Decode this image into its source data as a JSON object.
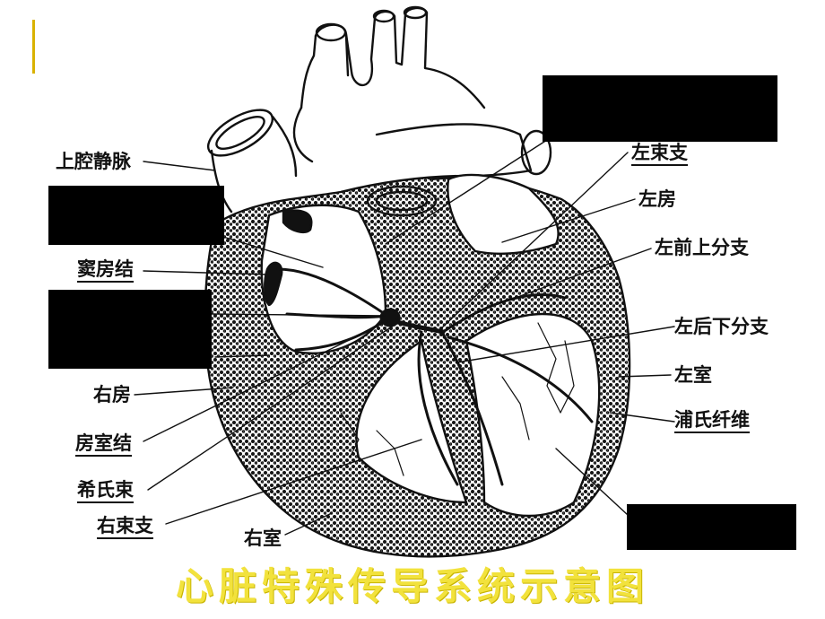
{
  "labels": {
    "svc": "上腔静脉",
    "sa_node": "窦房结",
    "ra": "右房",
    "av_node": "房室结",
    "his": "希氏束",
    "rbb": "右束支",
    "rv": "右室",
    "lbb": "左束支",
    "la": "左房",
    "laf": "左前上分支",
    "lpf": "左后下分支",
    "lv": "左室",
    "purkinje": "浦氏纤维"
  },
  "caption": "心脏特殊传导系统示意图",
  "colors": {
    "caption": "#f2e23c",
    "accent_bar": "#d9b200",
    "ink": "#111111",
    "mask": "#000000"
  }
}
